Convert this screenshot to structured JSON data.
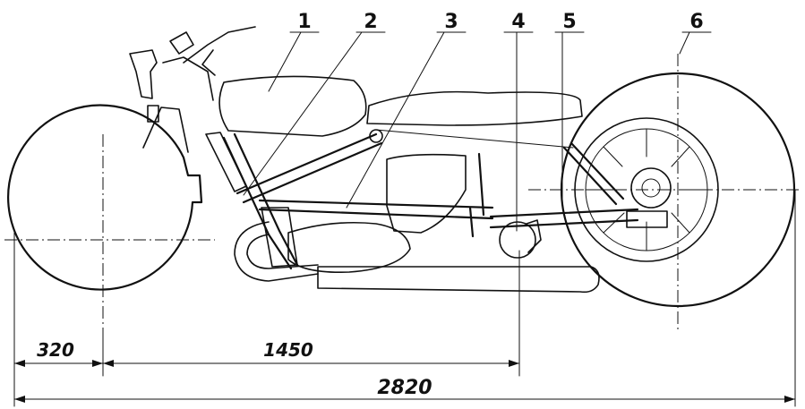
{
  "callouts": [
    "1",
    "2",
    "3",
    "4",
    "5",
    "6"
  ],
  "dimensions": {
    "front_offset": "320",
    "wheelbase_part": "1450",
    "overall_length": "2820"
  }
}
